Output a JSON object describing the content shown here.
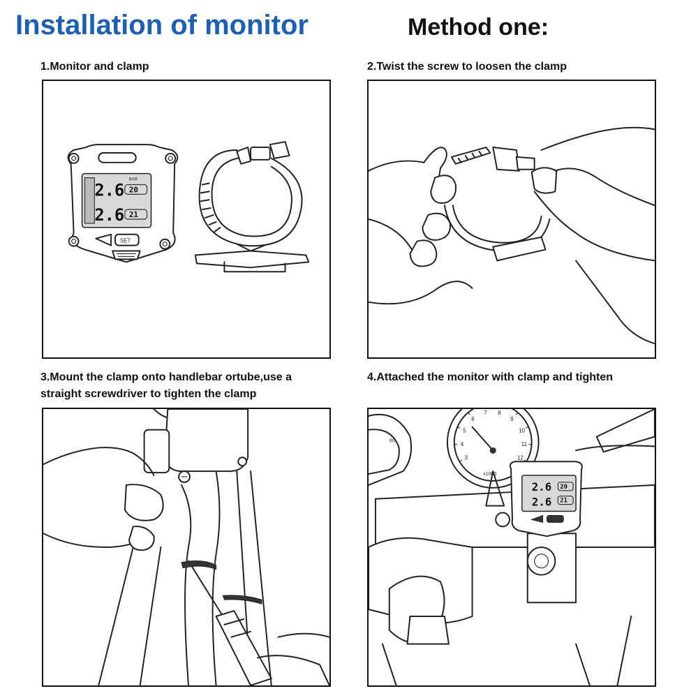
{
  "header": {
    "title": "Installation of monitor",
    "subtitle": "Method one:"
  },
  "steps": [
    {
      "label": "1.Monitor and clamp"
    },
    {
      "label": "2.Twist the screw to loosen the clamp"
    },
    {
      "label": "3.Mount the clamp onto handlebar ortube,use a straight screwdriver to tighten the clamp"
    },
    {
      "label": "4.Attached the monitor with clamp and tighten"
    }
  ],
  "monitor_display": {
    "top_value": "2.6",
    "top_temp": "20",
    "bottom_value": "2.6",
    "bottom_temp": "21",
    "unit": "BAR",
    "set_button": "SET"
  },
  "gauge": {
    "scale_multiplier": "x1000",
    "left_gauge_mark": "80",
    "tick_numbers": [
      "3",
      "4",
      "5",
      "6",
      "7",
      "8",
      "9",
      "10",
      "11",
      "12"
    ]
  },
  "colors": {
    "title": "#1f5fb0",
    "subtitle": "#111111"
  }
}
